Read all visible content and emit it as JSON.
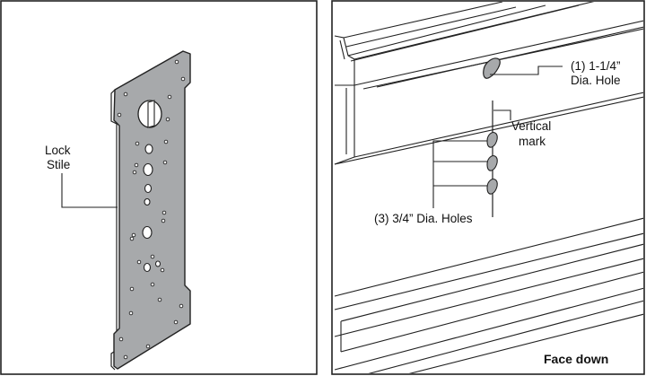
{
  "labels": {
    "lock_stile_line1": "Lock",
    "lock_stile_line2": "Stile",
    "large_hole_line1": "(1) 1-1/4”",
    "large_hole_line2": "Dia. Hole",
    "vertical_mark_line1": "Vertical",
    "vertical_mark_line2": "mark",
    "small_holes": "(3) 3/4” Dia. Holes",
    "orientation": "Face down"
  },
  "colors": {
    "stile_fill": "#a7a9ab",
    "hole_fill": "#a7a9ab",
    "frame_border": "#222222",
    "line": "#222222"
  }
}
